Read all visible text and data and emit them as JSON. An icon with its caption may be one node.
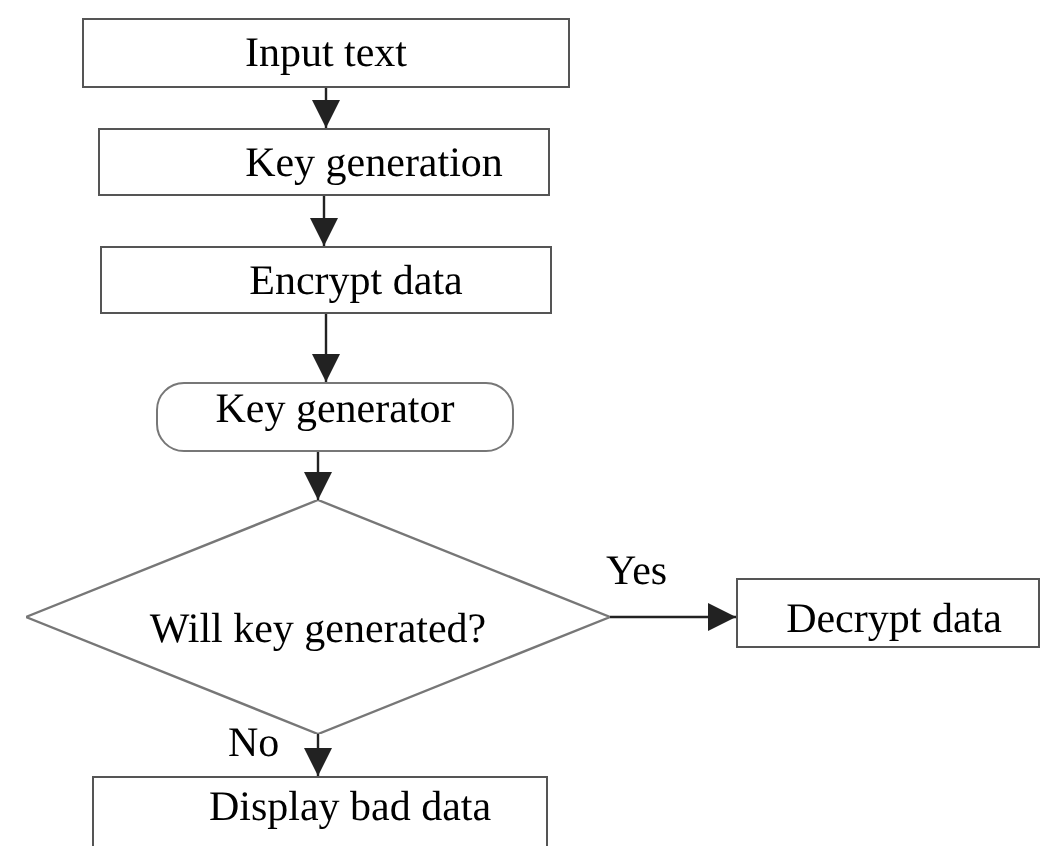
{
  "diagram": {
    "nodes": [
      {
        "text": [
          "Input text"
        ]
      },
      {
        "text": [
          "Key generation"
        ]
      },
      {
        "text": [
          "Encrypt data"
        ]
      },
      {
        "text": [
          "Key generator"
        ]
      },
      {
        "text": [
          "Will key generated?"
        ]
      },
      {
        "text": [
          "Decrypt data"
        ]
      },
      {
        "text": [
          "Display bad data"
        ]
      }
    ],
    "edges": [
      {
        "from": 0,
        "to": 1,
        "arrow": "to"
      },
      {
        "from": 1,
        "to": 2,
        "arrow": "to"
      },
      {
        "from": 2,
        "to": 3,
        "arrow": "to"
      },
      {
        "from": 3,
        "to": 4,
        "arrow": "to"
      },
      {
        "from": 4,
        "to": 5,
        "arrow": "to",
        "label": "Yes"
      },
      {
        "from": 4,
        "to": 6,
        "arrow": "to",
        "label": "No"
      }
    ]
  }
}
